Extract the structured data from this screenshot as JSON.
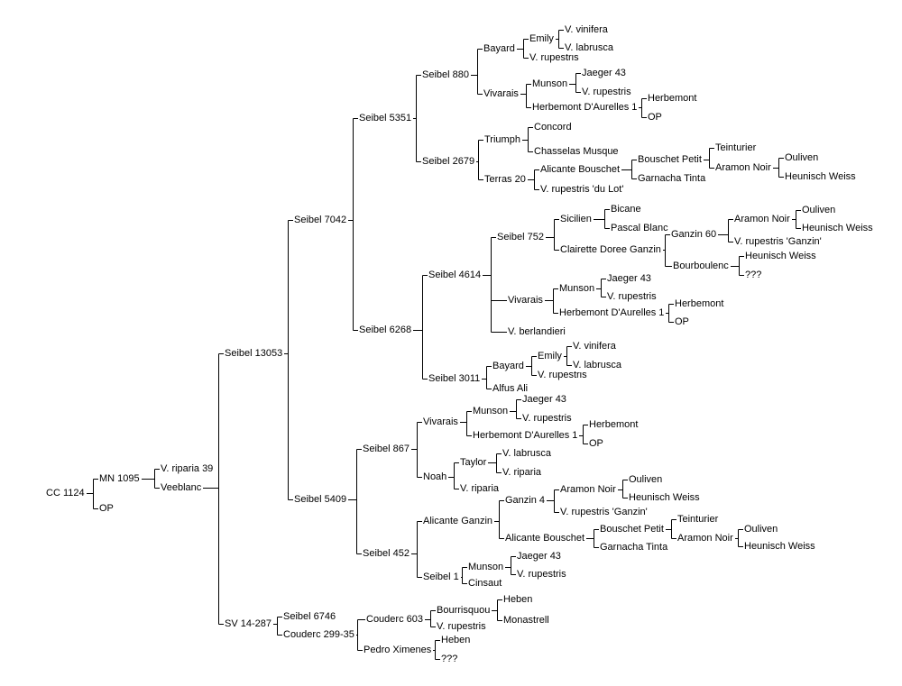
{
  "diagram": {
    "root": "cc-1124",
    "nodes": [
      {
        "id": "cc-1124",
        "label": "CC 1124"
      },
      {
        "id": "mn-1095",
        "label": "MN 1095"
      },
      {
        "id": "op-a",
        "label": "OP"
      },
      {
        "id": "v-riparia-39",
        "label": "V. riparia 39"
      },
      {
        "id": "veeblanc",
        "label": "Veeblanc"
      },
      {
        "id": "seibel-13053",
        "label": "Seibel 13053"
      },
      {
        "id": "sv-14-287",
        "label": "SV 14-287"
      },
      {
        "id": "seibel-7042",
        "label": "Seibel 7042"
      },
      {
        "id": "seibel-5409",
        "label": "Seibel 5409"
      },
      {
        "id": "seibel-5351",
        "label": "Seibel 5351"
      },
      {
        "id": "seibel-6268",
        "label": "Seibel 6268"
      },
      {
        "id": "seibel-880",
        "label": "Seibel 880"
      },
      {
        "id": "seibel-2679",
        "label": "Seibel 2679"
      },
      {
        "id": "bayard-a",
        "label": "Bayard"
      },
      {
        "id": "vivarais-a",
        "label": "Vivarais"
      },
      {
        "id": "emily-a",
        "label": "Emily"
      },
      {
        "id": "v-rupestris-a",
        "label": "V. rupestris"
      },
      {
        "id": "v-vinifera-a",
        "label": "V. vinifera"
      },
      {
        "id": "v-labrusca-a",
        "label": "V. labrusca"
      },
      {
        "id": "munson-a",
        "label": "Munson"
      },
      {
        "id": "herbemont-daurelles-a",
        "label": "Herbemont D'Aurelles 1"
      },
      {
        "id": "jaeger-43-a",
        "label": "Jaeger 43"
      },
      {
        "id": "v-rupestris-b",
        "label": "V. rupestris"
      },
      {
        "id": "herbemont-a",
        "label": "Herbemont"
      },
      {
        "id": "op-b",
        "label": "OP"
      },
      {
        "id": "triumph",
        "label": "Triumph"
      },
      {
        "id": "terras-20",
        "label": "Terras 20"
      },
      {
        "id": "concord",
        "label": "Concord"
      },
      {
        "id": "chasselas-musque",
        "label": "Chasselas Musque"
      },
      {
        "id": "alicante-bouschet-a",
        "label": "Alicante Bouschet"
      },
      {
        "id": "v-rupestris-du-lot",
        "label": "V. rupestris 'du Lot'"
      },
      {
        "id": "bouschet-petit-a",
        "label": "Bouschet Petit"
      },
      {
        "id": "garnacha-tinta-a",
        "label": "Garnacha Tinta"
      },
      {
        "id": "teinturier-a",
        "label": "Teinturier"
      },
      {
        "id": "aramon-noir-a",
        "label": "Aramon Noir"
      },
      {
        "id": "ouliven-a",
        "label": "Ouliven"
      },
      {
        "id": "heunisch-weiss-a",
        "label": "Heunisch Weiss"
      },
      {
        "id": "seibel-4614",
        "label": "Seibel 4614"
      },
      {
        "id": "seibel-3011",
        "label": "Seibel 3011"
      },
      {
        "id": "seibel-752",
        "label": "Seibel 752"
      },
      {
        "id": "vivarais-b",
        "label": "Vivarais"
      },
      {
        "id": "v-berlandieri",
        "label": "V. berlandieri"
      },
      {
        "id": "sicilien",
        "label": "Sicilien"
      },
      {
        "id": "clairette-doree-ganzin",
        "label": "Clairette Doree Ganzin"
      },
      {
        "id": "bicane",
        "label": "Bicane"
      },
      {
        "id": "pascal-blanc",
        "label": "Pascal Blanc"
      },
      {
        "id": "ganzin-60",
        "label": "Ganzin 60"
      },
      {
        "id": "bourboulenc",
        "label": "Bourboulenc"
      },
      {
        "id": "aramon-noir-b",
        "label": "Aramon Noir"
      },
      {
        "id": "v-rupestris-ganzin-a",
        "label": "V. rupestris 'Ganzin'"
      },
      {
        "id": "ouliven-b",
        "label": "Ouliven"
      },
      {
        "id": "heunisch-weiss-b",
        "label": "Heunisch Weiss"
      },
      {
        "id": "heunisch-weiss-c",
        "label": "Heunisch Weiss"
      },
      {
        "id": "unknown-a",
        "label": "???"
      },
      {
        "id": "munson-b",
        "label": "Munson"
      },
      {
        "id": "herbemont-daurelles-b",
        "label": "Herbemont D'Aurelles 1"
      },
      {
        "id": "jaeger-43-b",
        "label": "Jaeger 43"
      },
      {
        "id": "v-rupestris-c",
        "label": "V. rupestris"
      },
      {
        "id": "herbemont-b",
        "label": "Herbemont"
      },
      {
        "id": "op-c",
        "label": "OP"
      },
      {
        "id": "bayard-b",
        "label": "Bayard"
      },
      {
        "id": "alfus-ali",
        "label": "Alfus Ali"
      },
      {
        "id": "emily-b",
        "label": "Emily"
      },
      {
        "id": "v-rupestris-d",
        "label": "V. rupestris"
      },
      {
        "id": "v-vinifera-b",
        "label": "V. vinifera"
      },
      {
        "id": "v-labrusca-b",
        "label": "V. labrusca"
      },
      {
        "id": "seibel-867",
        "label": "Seibel 867"
      },
      {
        "id": "seibel-452",
        "label": "Seibel 452"
      },
      {
        "id": "vivarais-c",
        "label": "Vivarais"
      },
      {
        "id": "noah",
        "label": "Noah"
      },
      {
        "id": "munson-c",
        "label": "Munson"
      },
      {
        "id": "herbemont-daurelles-c",
        "label": "Herbemont D'Aurelles 1"
      },
      {
        "id": "jaeger-43-c",
        "label": "Jaeger 43"
      },
      {
        "id": "v-rupestris-e",
        "label": "V. rupestris"
      },
      {
        "id": "herbemont-c",
        "label": "Herbemont"
      },
      {
        "id": "op-d",
        "label": "OP"
      },
      {
        "id": "taylor",
        "label": "Taylor"
      },
      {
        "id": "v-riparia",
        "label": "V. riparia"
      },
      {
        "id": "v-labrusca-c",
        "label": "V. labrusca"
      },
      {
        "id": "v-riparia-b",
        "label": "V. riparia"
      },
      {
        "id": "alicante-ganzin",
        "label": "Alicante Ganzin"
      },
      {
        "id": "seibel-1",
        "label": "Seibel 1"
      },
      {
        "id": "ganzin-4",
        "label": "Ganzin 4"
      },
      {
        "id": "alicante-bouschet-b",
        "label": "Alicante Bouschet"
      },
      {
        "id": "aramon-noir-c",
        "label": "Aramon Noir"
      },
      {
        "id": "v-rupestris-ganzin-b",
        "label": "V. rupestris 'Ganzin'"
      },
      {
        "id": "ouliven-c",
        "label": "Ouliven"
      },
      {
        "id": "heunisch-weiss-d",
        "label": "Heunisch Weiss"
      },
      {
        "id": "bouschet-petit-b",
        "label": "Bouschet Petit"
      },
      {
        "id": "garnacha-tinta-b",
        "label": "Garnacha Tinta"
      },
      {
        "id": "teinturier-b",
        "label": "Teinturier"
      },
      {
        "id": "aramon-noir-d",
        "label": "Aramon Noir"
      },
      {
        "id": "ouliven-d",
        "label": "Ouliven"
      },
      {
        "id": "heunisch-weiss-e",
        "label": "Heunisch Weiss"
      },
      {
        "id": "munson-d",
        "label": "Munson"
      },
      {
        "id": "cinsaut",
        "label": "Cinsaut"
      },
      {
        "id": "jaeger-43-d",
        "label": "Jaeger 43"
      },
      {
        "id": "v-rupestris-f",
        "label": "V. rupestris"
      },
      {
        "id": "seibel-6746",
        "label": "Seibel 6746"
      },
      {
        "id": "couderc-299-35",
        "label": "Couderc 299-35"
      },
      {
        "id": "couderc-603",
        "label": "Couderc 603"
      },
      {
        "id": "pedro-ximenes",
        "label": "Pedro Ximenes"
      },
      {
        "id": "bourrisquou",
        "label": "Bourrisquou"
      },
      {
        "id": "v-rupestris-g",
        "label": "V. rupestris"
      },
      {
        "id": "heben-a",
        "label": "Heben"
      },
      {
        "id": "monastrell",
        "label": "Monastrell"
      },
      {
        "id": "heben-b",
        "label": "Heben"
      },
      {
        "id": "unknown-b",
        "label": "???"
      }
    ],
    "edges": [
      {
        "from": "cc-1124",
        "to": "mn-1095"
      },
      {
        "from": "cc-1124",
        "to": "op-a"
      },
      {
        "from": "mn-1095",
        "to": "v-riparia-39"
      },
      {
        "from": "mn-1095",
        "to": "veeblanc"
      },
      {
        "from": "veeblanc",
        "to": "seibel-13053"
      },
      {
        "from": "veeblanc",
        "to": "sv-14-287"
      },
      {
        "from": "seibel-13053",
        "to": "seibel-7042"
      },
      {
        "from": "seibel-13053",
        "to": "seibel-5409"
      },
      {
        "from": "seibel-7042",
        "to": "seibel-5351"
      },
      {
        "from": "seibel-7042",
        "to": "seibel-6268"
      },
      {
        "from": "seibel-5351",
        "to": "seibel-880"
      },
      {
        "from": "seibel-5351",
        "to": "seibel-2679"
      },
      {
        "from": "seibel-880",
        "to": "bayard-a"
      },
      {
        "from": "seibel-880",
        "to": "vivarais-a"
      },
      {
        "from": "bayard-a",
        "to": "emily-a"
      },
      {
        "from": "bayard-a",
        "to": "v-rupestris-a"
      },
      {
        "from": "emily-a",
        "to": "v-vinifera-a"
      },
      {
        "from": "emily-a",
        "to": "v-labrusca-a"
      },
      {
        "from": "vivarais-a",
        "to": "munson-a"
      },
      {
        "from": "vivarais-a",
        "to": "herbemont-daurelles-a"
      },
      {
        "from": "munson-a",
        "to": "jaeger-43-a"
      },
      {
        "from": "munson-a",
        "to": "v-rupestris-b"
      },
      {
        "from": "herbemont-daurelles-a",
        "to": "herbemont-a"
      },
      {
        "from": "herbemont-daurelles-a",
        "to": "op-b"
      },
      {
        "from": "seibel-2679",
        "to": "triumph"
      },
      {
        "from": "seibel-2679",
        "to": "terras-20"
      },
      {
        "from": "triumph",
        "to": "concord"
      },
      {
        "from": "triumph",
        "to": "chasselas-musque"
      },
      {
        "from": "terras-20",
        "to": "alicante-bouschet-a"
      },
      {
        "from": "terras-20",
        "to": "v-rupestris-du-lot"
      },
      {
        "from": "alicante-bouschet-a",
        "to": "bouschet-petit-a"
      },
      {
        "from": "alicante-bouschet-a",
        "to": "garnacha-tinta-a"
      },
      {
        "from": "bouschet-petit-a",
        "to": "teinturier-a"
      },
      {
        "from": "bouschet-petit-a",
        "to": "aramon-noir-a"
      },
      {
        "from": "aramon-noir-a",
        "to": "ouliven-a"
      },
      {
        "from": "aramon-noir-a",
        "to": "heunisch-weiss-a"
      },
      {
        "from": "seibel-6268",
        "to": "seibel-4614"
      },
      {
        "from": "seibel-6268",
        "to": "seibel-3011"
      },
      {
        "from": "seibel-4614",
        "to": "seibel-752"
      },
      {
        "from": "seibel-4614",
        "to": "vivarais-b"
      },
      {
        "from": "seibel-4614",
        "to": "v-berlandieri"
      },
      {
        "from": "seibel-752",
        "to": "sicilien"
      },
      {
        "from": "seibel-752",
        "to": "clairette-doree-ganzin"
      },
      {
        "from": "sicilien",
        "to": "bicane"
      },
      {
        "from": "sicilien",
        "to": "pascal-blanc"
      },
      {
        "from": "clairette-doree-ganzin",
        "to": "ganzin-60"
      },
      {
        "from": "clairette-doree-ganzin",
        "to": "bourboulenc"
      },
      {
        "from": "ganzin-60",
        "to": "aramon-noir-b"
      },
      {
        "from": "ganzin-60",
        "to": "v-rupestris-ganzin-a"
      },
      {
        "from": "aramon-noir-b",
        "to": "ouliven-b"
      },
      {
        "from": "aramon-noir-b",
        "to": "heunisch-weiss-b"
      },
      {
        "from": "bourboulenc",
        "to": "heunisch-weiss-c"
      },
      {
        "from": "bourboulenc",
        "to": "unknown-a"
      },
      {
        "from": "vivarais-b",
        "to": "munson-b"
      },
      {
        "from": "vivarais-b",
        "to": "herbemont-daurelles-b"
      },
      {
        "from": "munson-b",
        "to": "jaeger-43-b"
      },
      {
        "from": "munson-b",
        "to": "v-rupestris-c"
      },
      {
        "from": "herbemont-daurelles-b",
        "to": "herbemont-b"
      },
      {
        "from": "herbemont-daurelles-b",
        "to": "op-c"
      },
      {
        "from": "seibel-3011",
        "to": "bayard-b"
      },
      {
        "from": "seibel-3011",
        "to": "alfus-ali"
      },
      {
        "from": "bayard-b",
        "to": "emily-b"
      },
      {
        "from": "bayard-b",
        "to": "v-rupestris-d"
      },
      {
        "from": "emily-b",
        "to": "v-vinifera-b"
      },
      {
        "from": "emily-b",
        "to": "v-labrusca-b"
      },
      {
        "from": "seibel-5409",
        "to": "seibel-867"
      },
      {
        "from": "seibel-5409",
        "to": "seibel-452"
      },
      {
        "from": "seibel-867",
        "to": "vivarais-c"
      },
      {
        "from": "seibel-867",
        "to": "noah"
      },
      {
        "from": "vivarais-c",
        "to": "munson-c"
      },
      {
        "from": "vivarais-c",
        "to": "herbemont-daurelles-c"
      },
      {
        "from": "munson-c",
        "to": "jaeger-43-c"
      },
      {
        "from": "munson-c",
        "to": "v-rupestris-e"
      },
      {
        "from": "herbemont-daurelles-c",
        "to": "herbemont-c"
      },
      {
        "from": "herbemont-daurelles-c",
        "to": "op-d"
      },
      {
        "from": "noah",
        "to": "taylor"
      },
      {
        "from": "noah",
        "to": "v-riparia"
      },
      {
        "from": "taylor",
        "to": "v-labrusca-c"
      },
      {
        "from": "taylor",
        "to": "v-riparia-b"
      },
      {
        "from": "seibel-452",
        "to": "alicante-ganzin"
      },
      {
        "from": "seibel-452",
        "to": "seibel-1"
      },
      {
        "from": "alicante-ganzin",
        "to": "ganzin-4"
      },
      {
        "from": "alicante-ganzin",
        "to": "alicante-bouschet-b"
      },
      {
        "from": "ganzin-4",
        "to": "aramon-noir-c"
      },
      {
        "from": "ganzin-4",
        "to": "v-rupestris-ganzin-b"
      },
      {
        "from": "aramon-noir-c",
        "to": "ouliven-c"
      },
      {
        "from": "aramon-noir-c",
        "to": "heunisch-weiss-d"
      },
      {
        "from": "alicante-bouschet-b",
        "to": "bouschet-petit-b"
      },
      {
        "from": "alicante-bouschet-b",
        "to": "garnacha-tinta-b"
      },
      {
        "from": "bouschet-petit-b",
        "to": "teinturier-b"
      },
      {
        "from": "bouschet-petit-b",
        "to": "aramon-noir-d"
      },
      {
        "from": "aramon-noir-d",
        "to": "ouliven-d"
      },
      {
        "from": "aramon-noir-d",
        "to": "heunisch-weiss-e"
      },
      {
        "from": "seibel-1",
        "to": "munson-d"
      },
      {
        "from": "seibel-1",
        "to": "cinsaut"
      },
      {
        "from": "munson-d",
        "to": "jaeger-43-d"
      },
      {
        "from": "munson-d",
        "to": "v-rupestris-f"
      },
      {
        "from": "sv-14-287",
        "to": "seibel-6746"
      },
      {
        "from": "sv-14-287",
        "to": "couderc-299-35"
      },
      {
        "from": "couderc-299-35",
        "to": "couderc-603"
      },
      {
        "from": "couderc-299-35",
        "to": "pedro-ximenes"
      },
      {
        "from": "couderc-603",
        "to": "bourrisquou"
      },
      {
        "from": "couderc-603",
        "to": "v-rupestris-g"
      },
      {
        "from": "bourrisquou",
        "to": "heben-a"
      },
      {
        "from": "bourrisquou",
        "to": "monastrell"
      },
      {
        "from": "pedro-ximenes",
        "to": "heben-b"
      },
      {
        "from": "pedro-ximenes",
        "to": "unknown-b"
      }
    ]
  }
}
